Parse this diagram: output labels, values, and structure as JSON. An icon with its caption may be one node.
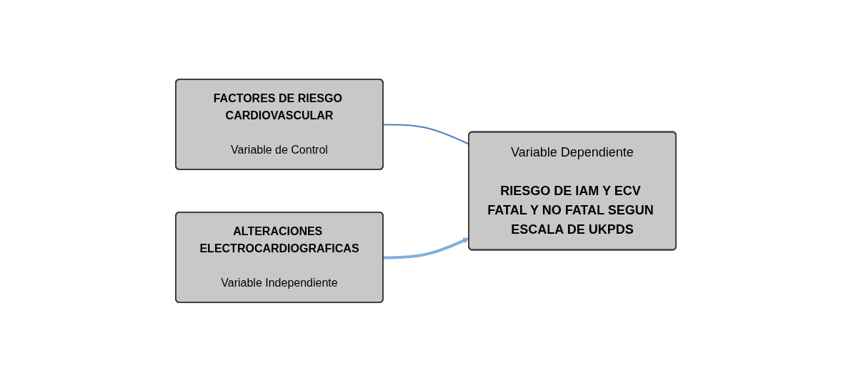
{
  "diagram": {
    "nodes": [
      {
        "text": [
          "FACTORES DE RIESGO CARDIOVASCULAR",
          "Variable de Control"
        ]
      },
      {
        "text": [
          "ALTERACIONES ELECTROCARDIOGRAFICAS",
          "Variable Independiente"
        ]
      },
      {
        "text": [
          "Variable Dependiente",
          "RIESGO DE IAM Y ECV FATAL Y NO FATAL SEGUN ESCALA DE UKPDS"
        ]
      }
    ],
    "edges": [
      {
        "from": 0,
        "to": 2,
        "arrow": "none"
      },
      {
        "from": 1,
        "to": 2,
        "arrow": "to",
        "style": "thick"
      }
    ]
  }
}
